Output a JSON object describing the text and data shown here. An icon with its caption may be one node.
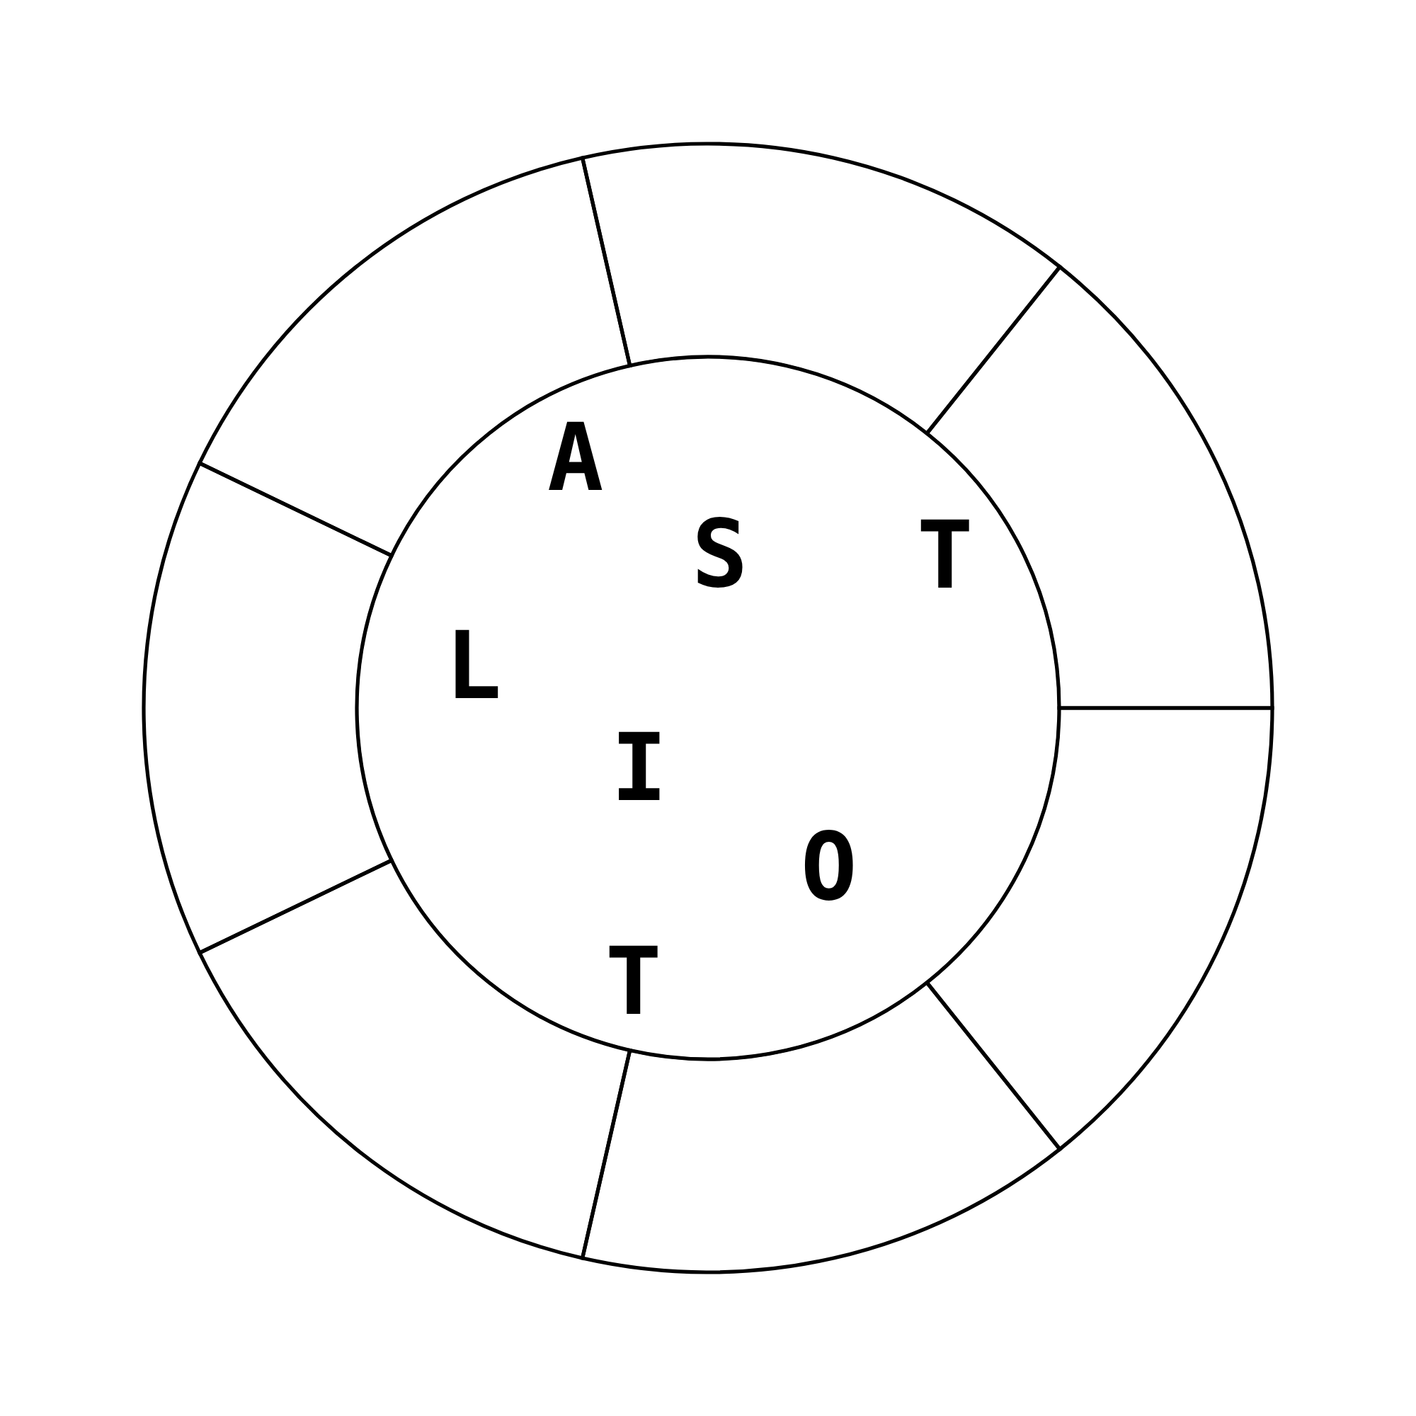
{
  "diagram": {
    "nodes": [
      {
        "text": [
          "A",
          "S",
          "T",
          "L",
          "I",
          "O",
          "T"
        ]
      },
      {
        "text": [],
        "shape": "segment"
      },
      {
        "text": [],
        "shape": "segment"
      },
      {
        "text": [],
        "shape": "segment"
      },
      {
        "text": [],
        "shape": "segment"
      },
      {
        "text": [],
        "shape": "segment"
      },
      {
        "text": [],
        "shape": "segment"
      },
      {
        "text": [],
        "shape": "segment"
      }
    ]
  }
}
